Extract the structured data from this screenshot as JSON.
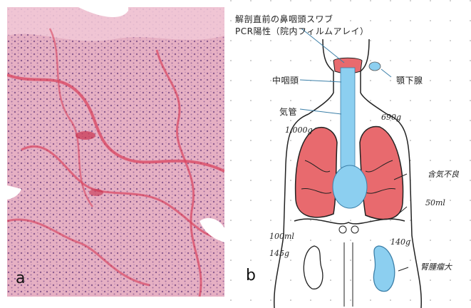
{
  "panel_a": {
    "letter": "a"
  },
  "panel_b": {
    "letter": "b",
    "caption_line1": "解剖直前の鼻咽頭スワブ",
    "caption_line2": "PCR陽性（院内フィルムアレイ）",
    "label_nasopharynx": "中咽頭",
    "label_submandibular": "顎下腺",
    "label_trachea": "気管",
    "weight_left_lung": "1,000g",
    "weight_right_lung": "690g",
    "label_aeration": "含気不良",
    "volume_pleural": "50ml",
    "volume_left": "100ml",
    "weight_left_kidney": "145g",
    "weight_right_kidney": "140g",
    "label_kidney_note": "腎腫瘤大"
  },
  "colors": {
    "tissue_pink": "#e9b4c6",
    "lung_red": "#e86a6e",
    "highlight_blue": "#8ccff0",
    "ink": "#222222"
  }
}
